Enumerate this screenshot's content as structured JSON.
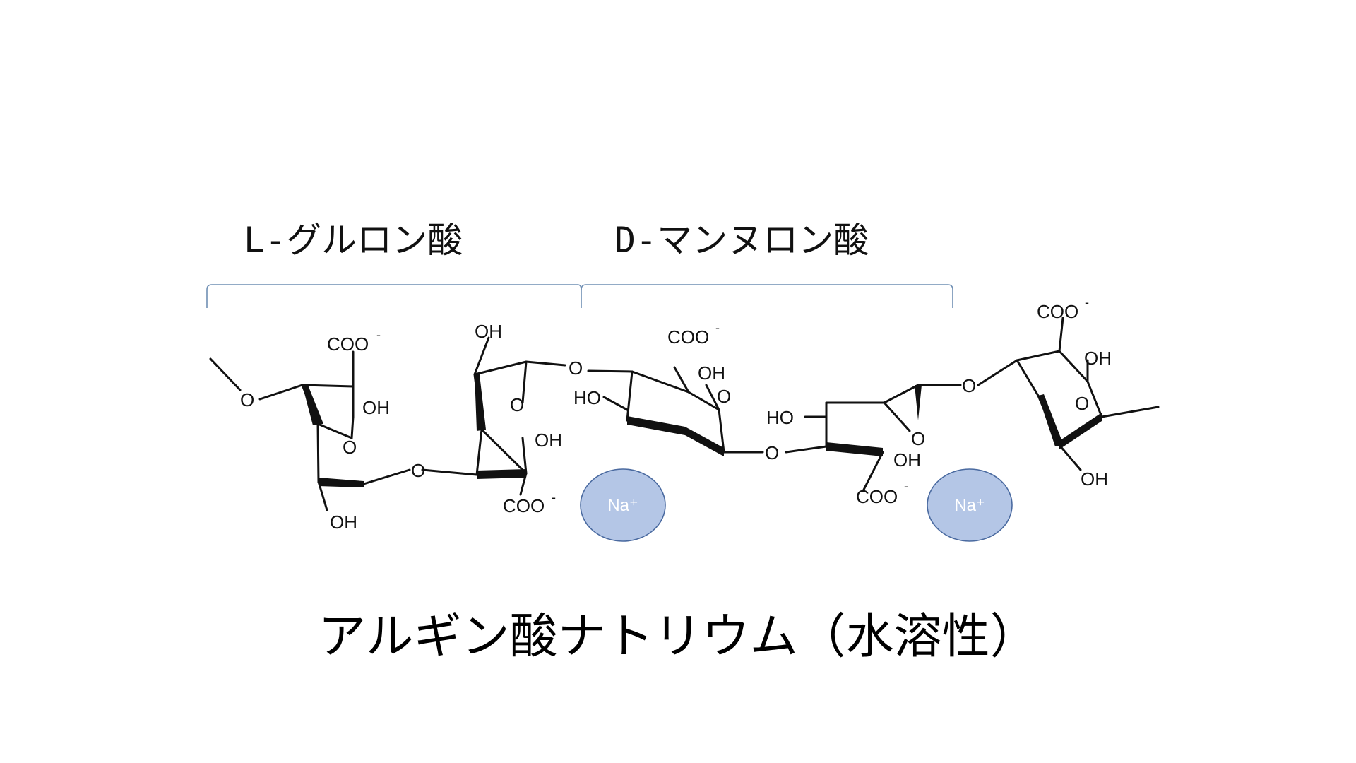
{
  "labels": {
    "l_guluronic": "L-グルロン酸",
    "d_mannuronic": "D-マンヌロン酸"
  },
  "caption": "アルギン酸ナトリウム（水溶性）",
  "atoms": {
    "coo": "COO",
    "charge": "-",
    "oh": "OH",
    "ho": "HO",
    "o": "O"
  },
  "ions": {
    "sodium": "Na⁺"
  },
  "colors": {
    "bracket": "#6f8fb4",
    "ion_fill": "#b4c6e6",
    "ion_stroke": "#4a6aa0",
    "ion_text": "#ffffff",
    "structure": "#111111"
  }
}
